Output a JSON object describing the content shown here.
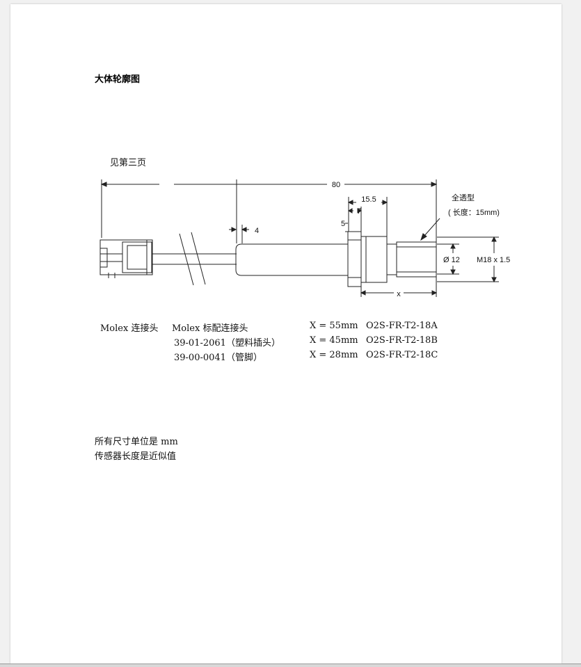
{
  "document": {
    "heading": "大体轮廓图",
    "see_page": "见第三页"
  },
  "drawing": {
    "dim_80": "80",
    "dim_15_5": "15.5",
    "dim_7": "7",
    "dim_5": "5",
    "dim_4": "4",
    "dim_x": "x",
    "dia_12": "Ø 12",
    "thread": "M18 x 1.5",
    "full_pass_label": "全透型",
    "length_note": "( 长度：15mm)"
  },
  "table": {
    "col1": "Molex 连接头",
    "col2_lines": [
      "Molex 标配连接头",
      "39-01-2061（塑料插头）",
      "39-00-0041（管脚）"
    ],
    "x_values": [
      "X = 55mm",
      "X = 45mm",
      "X = 28mm"
    ],
    "models": [
      "O2S-FR-T2-18A",
      "O2S-FR-T2-18B",
      "O2S-FR-T2-18C"
    ]
  },
  "notes": [
    "所有尺寸单位是 mm",
    "传感器长度是近似值"
  ]
}
